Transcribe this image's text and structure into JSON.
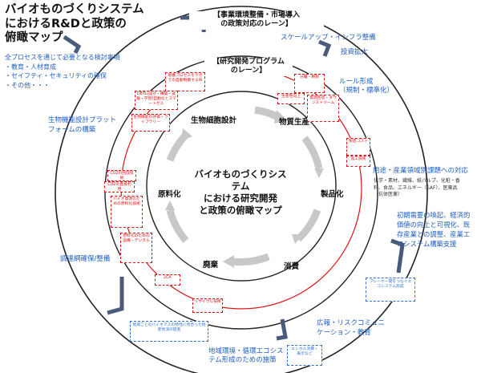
{
  "title": "バイオものづくりシステムにおけるR&Dと政策の俯瞰マップ",
  "title_lines": [
    "バイオものづくりシステム",
    "におけるR&Dと政策の",
    "俯瞰マップ"
  ],
  "outer_lane_label": [
    "【事業環境整備・市場導入",
    "の政策対応のレーン】"
  ],
  "inner_lane_label": [
    "【研究開発プログラム",
    "のレーン】"
  ],
  "center_label": [
    "バイオものづくりシステム",
    "における研究開発",
    "と政策の俯瞰マップ"
  ],
  "cycle_nodes": {
    "bio_cell_design": "生物細胞設計",
    "production": "物質生産",
    "productization": "製品化",
    "consumption": "消費",
    "disposal": "廃棄",
    "raw_material": "原料化"
  },
  "outer_items": {
    "scale_up": "スケールアップ・インフラ整備",
    "investment": "投資拡大",
    "rule_line1": "ルール形成",
    "rule_line2": "（規制・標準化）",
    "use_line1": "用途・産業領域別課題への対応",
    "use_line2": "化学・素材、繊維、紙パルプ、化粧・香",
    "use_line3": "料、食品、エネルギー（SAF）、医薬品",
    "use_line4": "（抗体医薬）",
    "demand_line1": "初期需要の喚起、経済的",
    "demand_line2": "価値の向上と可視化、既",
    "demand_line3": "存産業との調整、産業エ",
    "demand_line4": "コシステム構築支援",
    "pr_line1": "広報・リスクコミュニ",
    "pr_line2": "ケーション・教育",
    "env_line1": "地域環境・循環エコシス",
    "env_line2": "テム形成のための施策",
    "procurement": "調達網確保/整備",
    "platform_line1": "生物機能設計プラット",
    "platform_line2": "フォームの構築",
    "all_process_line1": "全プロセスを通じて必要となる検討事項",
    "all_process_line2": "・教育・人材育成",
    "all_process_line3": "・セイフティ・セキュリティの確保",
    "all_process_line4": "・その他・・・"
  },
  "red_boxes": [
    "培養プロセスをラボでの自動制御するAI",
    "DBTL(設計・構築・試験・学習)自動化とスマートセル",
    "生物機能の評価・ライブラリー",
    "分離・精製",
    "資源回収・ダウンストリーム",
    "製造コスト",
    "加工技術",
    "CO2の回収技術",
    "CO2の直接利用",
    "バイオ資源のための原料化技術",
    "原料化のための設備・デジタル",
    "LCA",
    "リサイクル技術",
    "生産性向上"
  ],
  "blue_boxes": [
    "プレーヤー間をつなぐエコシステム形成",
    "地域ごとのバイオマスの特性に見合った地産地消の促進",
    "エシカル消費・表示など"
  ],
  "colors": {
    "blue_text": "#1f5fbf",
    "red": "#dd1111",
    "ring": "#222222",
    "bracket": "#4a5a7a",
    "arrow": "#c8c8c8"
  }
}
